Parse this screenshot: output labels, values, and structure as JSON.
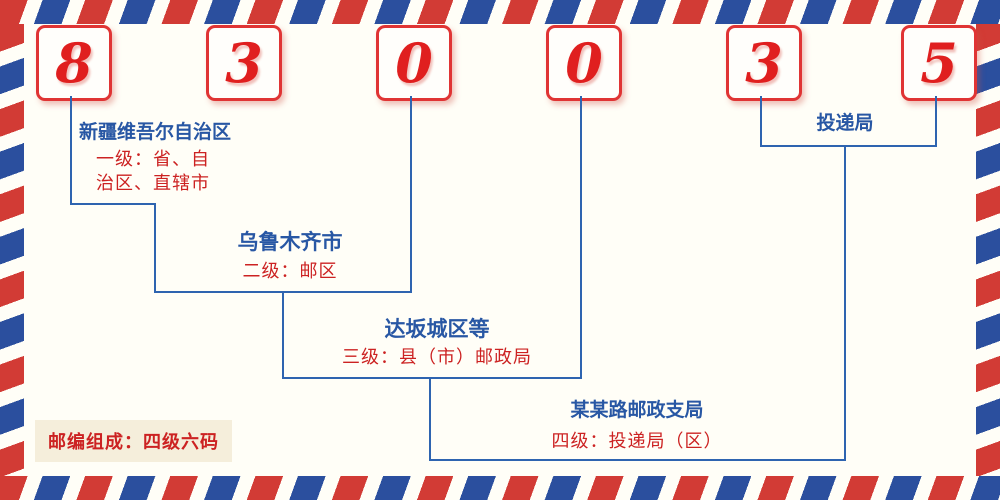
{
  "postcode": {
    "digits": [
      "8",
      "3",
      "0",
      "0",
      "3",
      "5"
    ]
  },
  "levels": {
    "level1": {
      "name": "新疆维吾尔自治区",
      "desc_line1": "一级：省、自",
      "desc_line2": "治区、直辖市"
    },
    "level2": {
      "name": "乌鲁木齐市",
      "desc": "二级：邮区"
    },
    "level3": {
      "name": "达坂城区等",
      "desc": "三级：县（市）邮政局"
    },
    "level4": {
      "name": "某某路邮政支局",
      "desc": "四级：投递局（区）"
    },
    "delivery": {
      "name": "投递局"
    }
  },
  "note": {
    "text": "邮编组成：四级六码"
  },
  "colors": {
    "digit_red": "#e01f1f",
    "box_border_red": "#e03434",
    "label_blue": "#2857a4",
    "label_red": "#cc2222",
    "line_blue": "#2e64b0",
    "stripe_red": "#d23b35",
    "stripe_blue": "#2b4f9e",
    "background": "#fffef7",
    "note_background": "#f5eedb"
  }
}
